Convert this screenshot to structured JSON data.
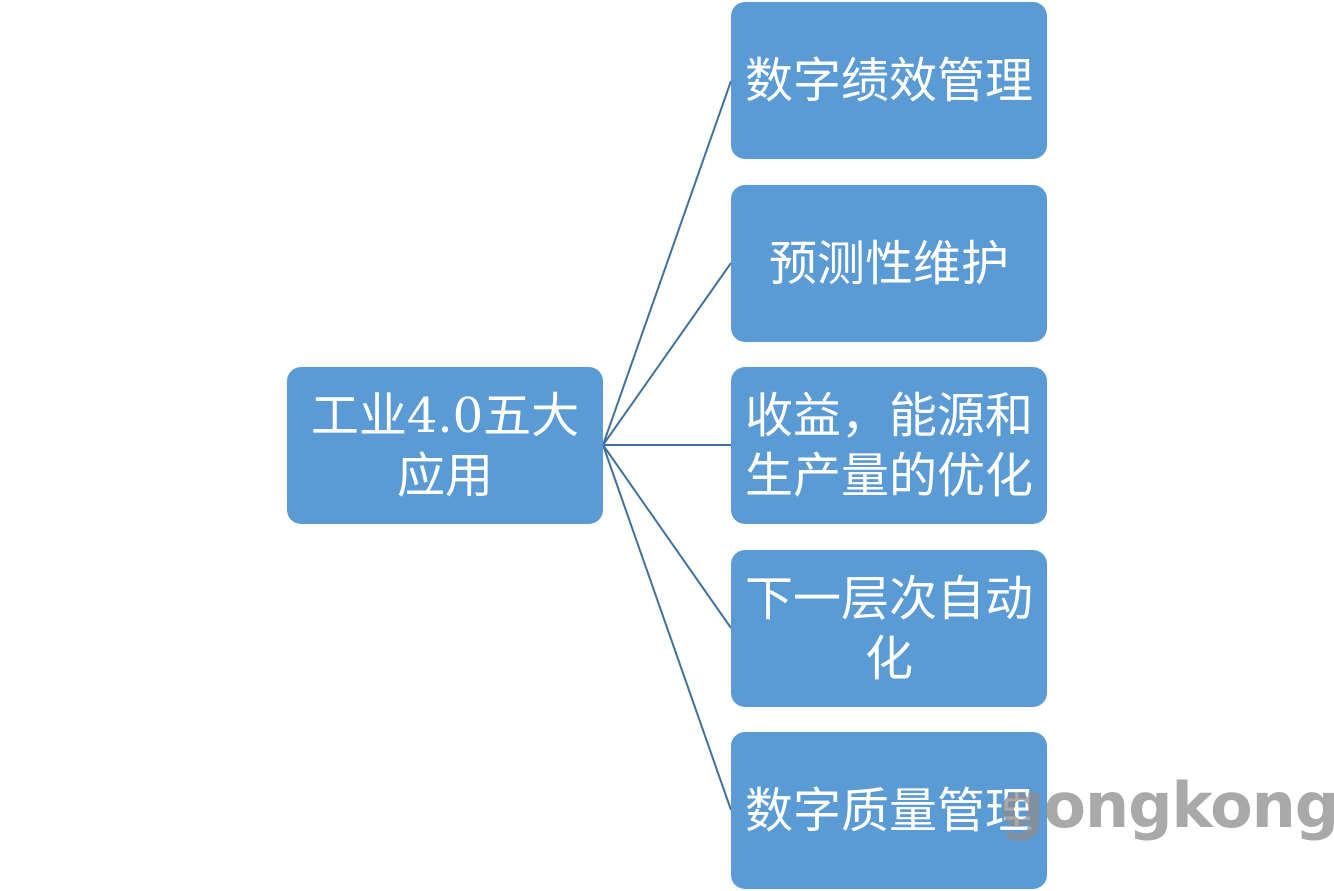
{
  "diagram": {
    "root": {
      "label": "工业4.0五大应用"
    },
    "children": [
      {
        "label": "数字绩效管理"
      },
      {
        "label": "预测性维护"
      },
      {
        "label": "收益，能源和生产量的优化"
      },
      {
        "label": "下一层次自动化"
      },
      {
        "label": "数字质量管理"
      }
    ],
    "colors": {
      "node_fill": "#5b9bd5",
      "node_text": "#ffffff",
      "connector": "#41719c"
    }
  },
  "watermark": {
    "text": "gongkong"
  }
}
